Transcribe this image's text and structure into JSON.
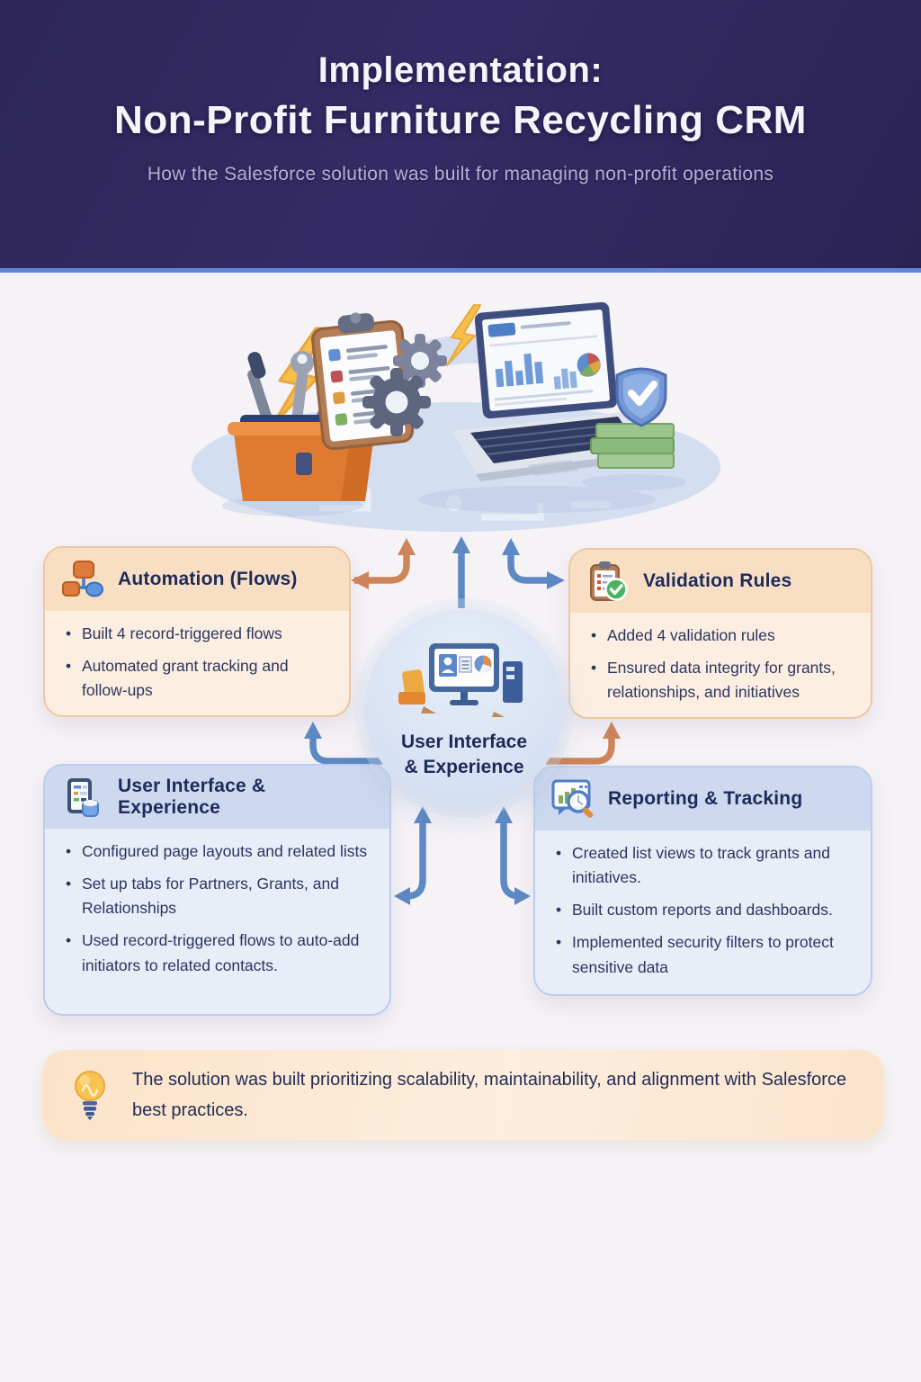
{
  "header": {
    "title_line1": "Implementation:",
    "title_line2": "Non-Profit Furniture Recycling CRM",
    "subtitle": "How the Salesforce solution was built for managing non-profit operations"
  },
  "hub": {
    "label_line1": "User Interface",
    "label_line2": "& Experience"
  },
  "cards": {
    "automation": {
      "title": "Automation (Flows)",
      "bullets": [
        "Built 4 record-triggered flows",
        "Automated grant tracking and follow-ups"
      ]
    },
    "validation": {
      "title": "Validation Rules",
      "bullets": [
        "Added 4 validation rules",
        "Ensured data integrity for grants, relationships, and initiatives"
      ]
    },
    "ui": {
      "title": "User Interface & Experience",
      "bullets": [
        "Configured page layouts and related lists",
        "Set up tabs for Partners, Grants, and Relationships",
        "Used record-triggered flows to auto-add initiators to related contacts."
      ]
    },
    "reporting": {
      "title": "Reporting & Tracking",
      "bullets": [
        "Created list views to track grants and initiatives.",
        "Built custom reports and dashboards.",
        "Implemented security filters to protect sensitive data"
      ]
    }
  },
  "note": {
    "text": "The solution was built prioritizing scalability, maintainability, and alignment with Salesforce best practices."
  },
  "icons": {
    "automation": "flow-diagram-icon",
    "validation": "clipboard-check-icon",
    "ui": "page-layout-icon",
    "reporting": "report-magnifier-icon",
    "note": "lightbulb-icon",
    "hub": "desktop-monitor-icon",
    "illustration": "crm-tools-laptop-illustration"
  },
  "colors": {
    "header_bg": "#2e2759",
    "header_divider": "#6186d8",
    "page_bg": "#f6f3f7",
    "accent_orange": "#cf855a",
    "accent_blue": "#5d89c4",
    "card_orange_bg": "#fcefe1",
    "card_orange_head": "#f8dfc4",
    "card_blue_bg": "#e9edf8",
    "card_blue_head": "#cdd9ee",
    "text_navy": "#1e2a5a",
    "note_bg": "#fbe4cd",
    "hub_bg": "#d6e1f3"
  }
}
